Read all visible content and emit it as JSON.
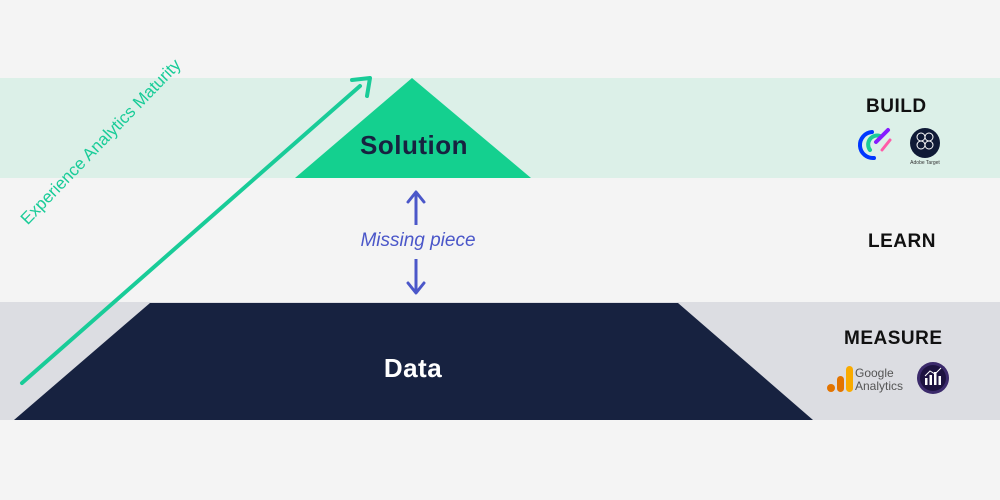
{
  "tiers": {
    "build": {
      "label": "BUILD"
    },
    "learn": {
      "label": "LEARN"
    },
    "measure": {
      "label": "MEASURE"
    }
  },
  "pyramid": {
    "top_label": "Solution",
    "base_label": "Data",
    "gap_label": "Missing piece"
  },
  "axis_arrow": {
    "label": "Experience Analytics Maturity"
  },
  "logos": {
    "build": [
      {
        "name": "optimizely-logo"
      },
      {
        "name": "adobe-target-logo",
        "text": "Adobe Target"
      }
    ],
    "measure": [
      {
        "name": "google-analytics-logo",
        "text_line1": "Google",
        "text_line2": "Analytics"
      },
      {
        "name": "adobe-analytics-logo"
      }
    ]
  },
  "colors": {
    "accent_green": "#19cc98",
    "solution_fill": "#14d08f",
    "build_band": "#dcf0e8",
    "data_fill": "#172240",
    "measure_band": "#dcdde2",
    "missing_blue": "#4b57c9",
    "background": "#f4f4f4"
  }
}
